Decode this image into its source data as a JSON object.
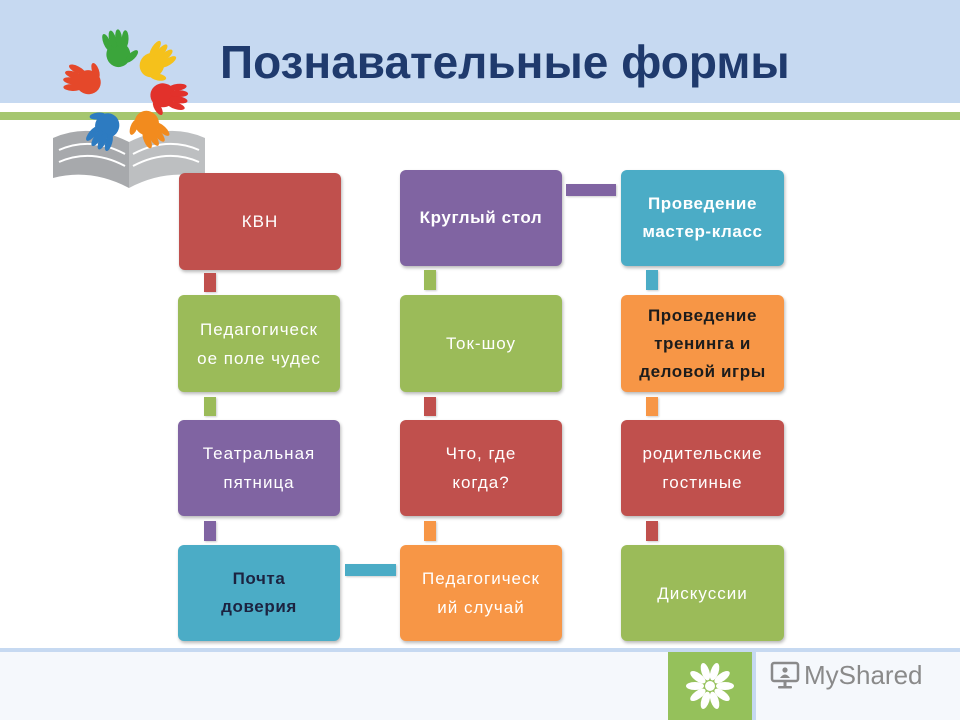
{
  "slide": {
    "title": "Познавательные формы",
    "colors": {
      "header_band": "#C6D9F1",
      "accent_stripe": "#A5C66F",
      "title": "#1F3A6D"
    }
  },
  "logo": {
    "icon": "hands-book-logo-icon",
    "hand_colors": [
      "#3BA53B",
      "#F5C11B",
      "#E2312B",
      "#F28B1E",
      "#2D7BC1",
      "#E5482A"
    ]
  },
  "columns": [
    {
      "items": [
        {
          "label": "КВН",
          "color": "#C0504D",
          "text_color": "#FFFFFF"
        },
        {
          "label": "Педагогическ\nое поле чудес",
          "color": "#9BBB59",
          "text_color": "#FFFFFF"
        },
        {
          "label": "Театральная\nпятница",
          "color": "#8064A2",
          "text_color": "#FFFFFF"
        },
        {
          "label": "Почта\nдоверия",
          "color": "#4BACC6",
          "text_color": "#1C2340"
        }
      ]
    },
    {
      "items": [
        {
          "label": "Круглый стол",
          "color": "#8064A2",
          "text_color": "#FFFFFF"
        },
        {
          "label": "Ток-шоу",
          "color": "#9BBB59",
          "text_color": "#FFFFFF"
        },
        {
          "label": "Что, где\nкогда?",
          "color": "#C0504D",
          "text_color": "#FFFFFF"
        },
        {
          "label": "Педагогическ\nий случай",
          "color": "#F79646",
          "text_color": "#FFFFFF"
        }
      ]
    },
    {
      "items": [
        {
          "label": "Проведение\nмастер-класс",
          "color": "#4BACC6",
          "text_color": "#FFFFFF"
        },
        {
          "label": "Проведение\nтренинга и\nделовой игры",
          "color": "#F79646",
          "text_color": "#1C1C1C"
        },
        {
          "label": "родительские\nгостиные",
          "color": "#C0504D",
          "text_color": "#FFFFFF"
        },
        {
          "label": "Дискуссии",
          "color": "#9BBB59",
          "text_color": "#FFFFFF"
        }
      ]
    }
  ],
  "footer": {
    "watermark": "MyShared",
    "watermark_icon": "presentation-screen-icon",
    "badge_icon": "flower-emblem-icon",
    "badge_color": "#95C15B"
  }
}
